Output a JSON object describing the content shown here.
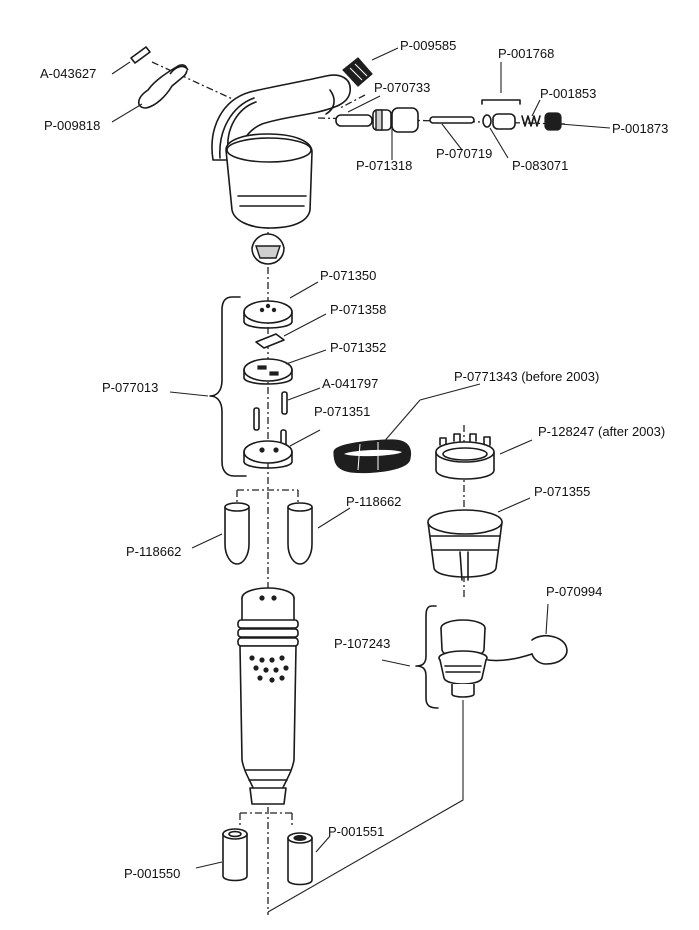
{
  "labels": {
    "a043627": "A-043627",
    "p009818": "P-009818",
    "p009585": "P-009585",
    "p070733": "P-070733",
    "p001768": "P-001768",
    "p001853": "P-001853",
    "p001873": "P-001873",
    "p071318": "P-071318",
    "p070719": "P-070719",
    "p083071": "P-083071",
    "p071350": "P-071350",
    "p071358": "P-071358",
    "p071352": "P-071352",
    "a041797": "A-041797",
    "p071351": "P-071351",
    "p077013": "P-077013",
    "p0771343": "P-0771343 (before 2003)",
    "p128247": "P-128247 (after 2003)",
    "p071355": "P-071355",
    "p118662a": "P-118662",
    "p118662b": "P-118662",
    "p070994": "P-070994",
    "p107243": "P-107243",
    "p001551": "P-001551",
    "p001550": "P-001550"
  }
}
